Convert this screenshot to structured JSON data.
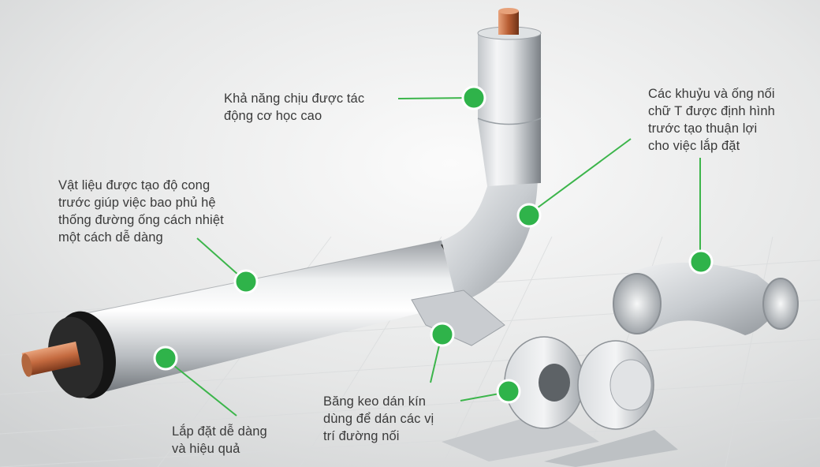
{
  "colors": {
    "marker": "#2fb34a",
    "leader": "#3cb54b",
    "text": "#3a3a3a",
    "copper": "#c46a3f",
    "insulation": "#151515"
  },
  "callouts": [
    {
      "id": "impact",
      "lines": [
        "Khả năng chịu được tác",
        "động cơ học cao"
      ]
    },
    {
      "id": "fittings",
      "lines": [
        "Các khuỷu và ống nối",
        "chữ T được định hình",
        "trước tạo thuận lợi",
        "cho việc lắp đặt"
      ]
    },
    {
      "id": "preformed",
      "lines": [
        "Vật liệu được tạo độ cong",
        "trước giúp việc bao phủ hệ",
        "thống đường ống cách nhiệt",
        "một cách dễ dàng"
      ]
    },
    {
      "id": "tape",
      "lines": [
        "Băng keo dán kín",
        "dùng để dán các vị",
        "trí đường nối"
      ]
    },
    {
      "id": "install",
      "lines": [
        "Lắp đặt dễ dàng",
        "và hiệu quả"
      ]
    }
  ]
}
